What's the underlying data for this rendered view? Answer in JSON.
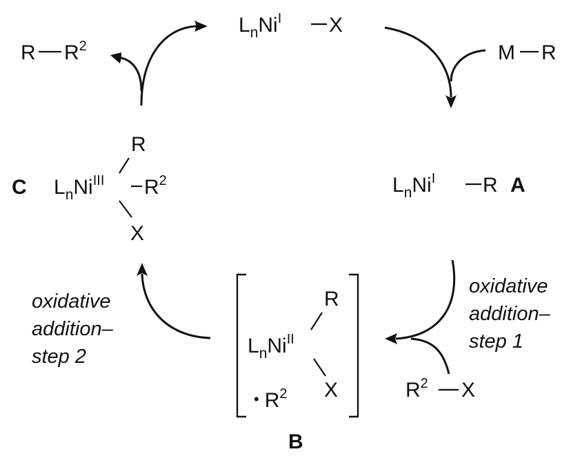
{
  "top_species": {
    "ligand": "L",
    "n": "n",
    "metal": "Ni",
    "ox": "I",
    "group": "X"
  },
  "product": {
    "left": "R",
    "right": "R",
    "sup": "2"
  },
  "reagent_m": {
    "left": "M",
    "right": "R"
  },
  "species_a": {
    "ligand": "L",
    "n": "n",
    "metal": "Ni",
    "ox": "I",
    "group": "R",
    "label": "A"
  },
  "species_c": {
    "label": "C",
    "ligand": "L",
    "n": "n",
    "metal": "Ni",
    "ox": "III",
    "top": "R",
    "right": "R",
    "right_sup": "2",
    "bottom": "X"
  },
  "species_b": {
    "label": "B",
    "ligand": "L",
    "n": "n",
    "metal": "Ni",
    "ox": "II",
    "top": "R",
    "bottom": "X",
    "radical_dot": "•",
    "radical": "R",
    "radical_sup": "2"
  },
  "reagent_r2x": {
    "left": "R",
    "left_sup": "2",
    "right": "X"
  },
  "step1": {
    "line1": "oxidative",
    "line2": "addition–",
    "line3": "step 1"
  },
  "step2": {
    "line1": "oxidative",
    "line2": "addition–",
    "line3": "step 2"
  }
}
